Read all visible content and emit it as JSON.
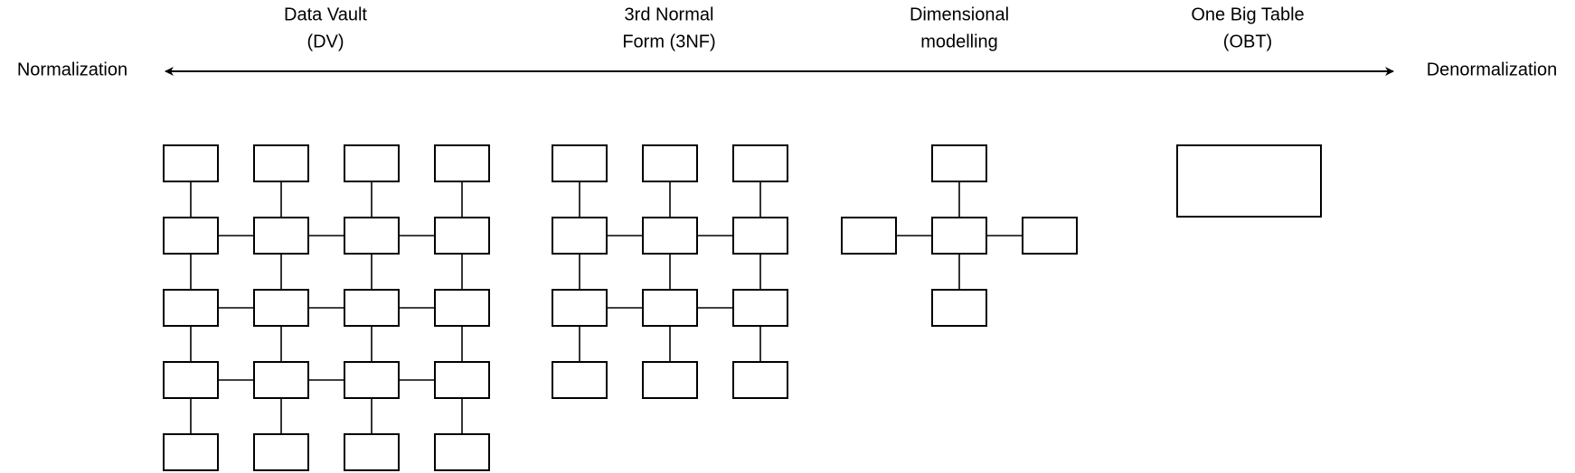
{
  "axis": {
    "left_label": "Normalization",
    "right_label": "Denormalization"
  },
  "categories": [
    {
      "id": "dv",
      "title_line1": "Data Vault",
      "title_line2": "(DV)"
    },
    {
      "id": "3nf",
      "title_line1": "3rd Normal",
      "title_line2": "Form (3NF)"
    },
    {
      "id": "dim",
      "title_line1": "Dimensional",
      "title_line2": "modelling"
    },
    {
      "id": "obt",
      "title_line1": "One Big Table",
      "title_line2": "(OBT)"
    }
  ],
  "colors": {
    "stroke": "#000000",
    "fill": "#ffffff",
    "background": "#ffffff"
  }
}
